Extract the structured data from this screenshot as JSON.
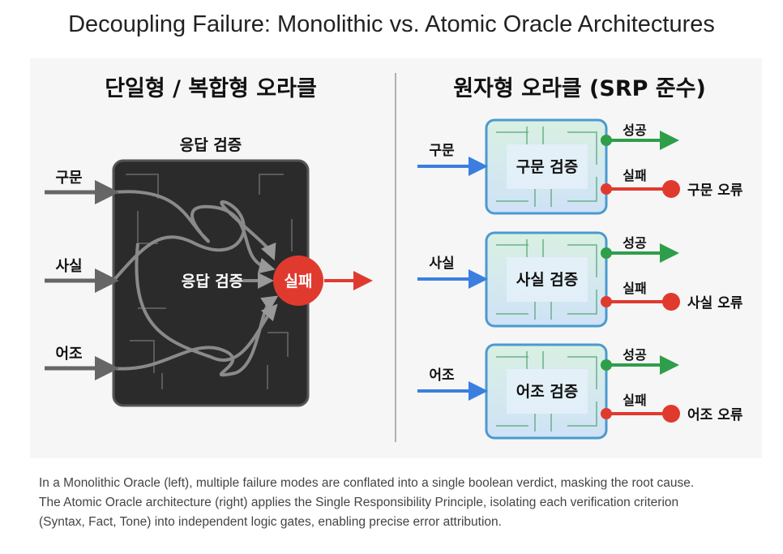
{
  "title": "Decoupling Failure: Monolithic vs. Atomic Oracle Architectures",
  "left": {
    "heading": "단일형 / 복합형 오라클",
    "box_label": "응답 검증",
    "inner_label": "응답 검증",
    "inputs": [
      "구문",
      "사실",
      "어조"
    ],
    "output": "실패"
  },
  "right": {
    "heading": "원자형 오라클 (SRP 준수)",
    "modules": [
      {
        "input": "구문",
        "label": "구문 검증",
        "success": "성공",
        "fail": "실패",
        "error": "구문 오류"
      },
      {
        "input": "사실",
        "label": "사실 검증",
        "success": "성공",
        "fail": "실패",
        "error": "사실 오류"
      },
      {
        "input": "어조",
        "label": "어조 검증",
        "success": "성공",
        "fail": "실패",
        "error": "어조 오류"
      }
    ]
  },
  "caption": [
    "In a Monolithic Oracle (left), multiple failure modes are conflated into a single boolean verdict, masking the root cause.",
    "The Atomic Oracle architecture (right) applies the Single Responsibility Principle, isolating each verification criterion",
    "(Syntax, Fact, Tone) into independent logic gates, enabling precise error attribution."
  ],
  "colors": {
    "success": "#2f9e4a",
    "fail": "#e03a2f",
    "input": "#3b7ee0",
    "dark": "#2b2b2b"
  }
}
